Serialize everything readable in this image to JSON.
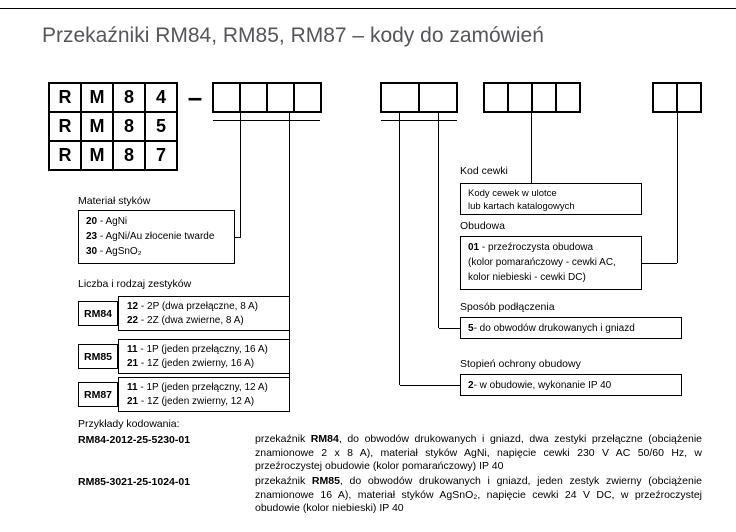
{
  "title": "Przekaźniki RM84, RM85, RM87 – kody do zamówień",
  "code_grid": {
    "dash": "–",
    "rows": [
      [
        "R",
        "M",
        "8",
        "4"
      ],
      [
        "R",
        "M",
        "8",
        "5"
      ],
      [
        "R",
        "M",
        "8",
        "7"
      ]
    ]
  },
  "sections": {
    "material": {
      "label": "Materiał styków",
      "items": [
        {
          "code": "20",
          "desc": " - AgNi"
        },
        {
          "code": "23",
          "desc": " - AgNi/Au złocenie twarde"
        },
        {
          "code": "30",
          "desc": " - AgSnO₂"
        }
      ]
    },
    "contacts": {
      "label": "Liczba i rodzaj zestyków",
      "rows": [
        {
          "relay": "RM84",
          "items": [
            {
              "code": "12",
              "desc": " - 2P (dwa przełączne, 8 A)"
            },
            {
              "code": "22",
              "desc": " - 2Z (dwa zwierne, 8 A)"
            }
          ]
        },
        {
          "relay": "RM85",
          "items": [
            {
              "code": "11",
              "desc": " - 1P (jeden przełączny, 16 A)"
            },
            {
              "code": "21",
              "desc": " - 1Z (jeden zwierny, 16 A)"
            }
          ]
        },
        {
          "relay": "RM87",
          "items": [
            {
              "code": "11",
              "desc": " - 1P (jeden przełączny, 12 A)"
            },
            {
              "code": "21",
              "desc": " - 1Z (jeden zwierny, 12 A)"
            }
          ]
        }
      ]
    },
    "coil": {
      "label": "Kod cewki",
      "note_line1": "Kody cewek w ulotce",
      "note_line2": "lub kartach katalogowych"
    },
    "housing": {
      "label": "Obudowa",
      "code": "01",
      "desc": " - przeźroczysta obudowa",
      "line2": "(kolor pomarańczowy - cewki AC,",
      "line3": "kolor niebieski - cewki DC)"
    },
    "connection": {
      "label": "Sposób podłączenia",
      "code": "5",
      "desc": " - do obwodów drukowanych i gniazd"
    },
    "protection": {
      "label": "Stopień ochrony obudowy",
      "code": "2",
      "desc": " - w obudowie, wykonanie IP 40"
    }
  },
  "examples": {
    "heading": "Przykłady kodowania:",
    "items": [
      {
        "code": "RM84-2012-25-5230-01",
        "prefix": "przekaźnik ",
        "bold": "RM84",
        "rest": ", do obwodów drukowanych i gniazd, dwa zestyki przełączne (obciążenie znamionowe 2 x 8 A), materiał styków AgNi, napięcie cewki 230 V AC 50/60 Hz, w przeźroczystej obudowie (kolor pomarańczowy) IP 40"
      },
      {
        "code": "RM85-3021-25-1024-01",
        "prefix": "przekaźnik ",
        "bold": "RM85",
        "rest": ", do obwodów drukowanych i gniazd, jeden zestyk zwierny (obciążenie znamionowe 16 A), materiał styków AgSnO₂, napięcie cewki 24 V DC, w przeźroczystej obudowie (kolor niebieski) IP 40"
      }
    ]
  }
}
